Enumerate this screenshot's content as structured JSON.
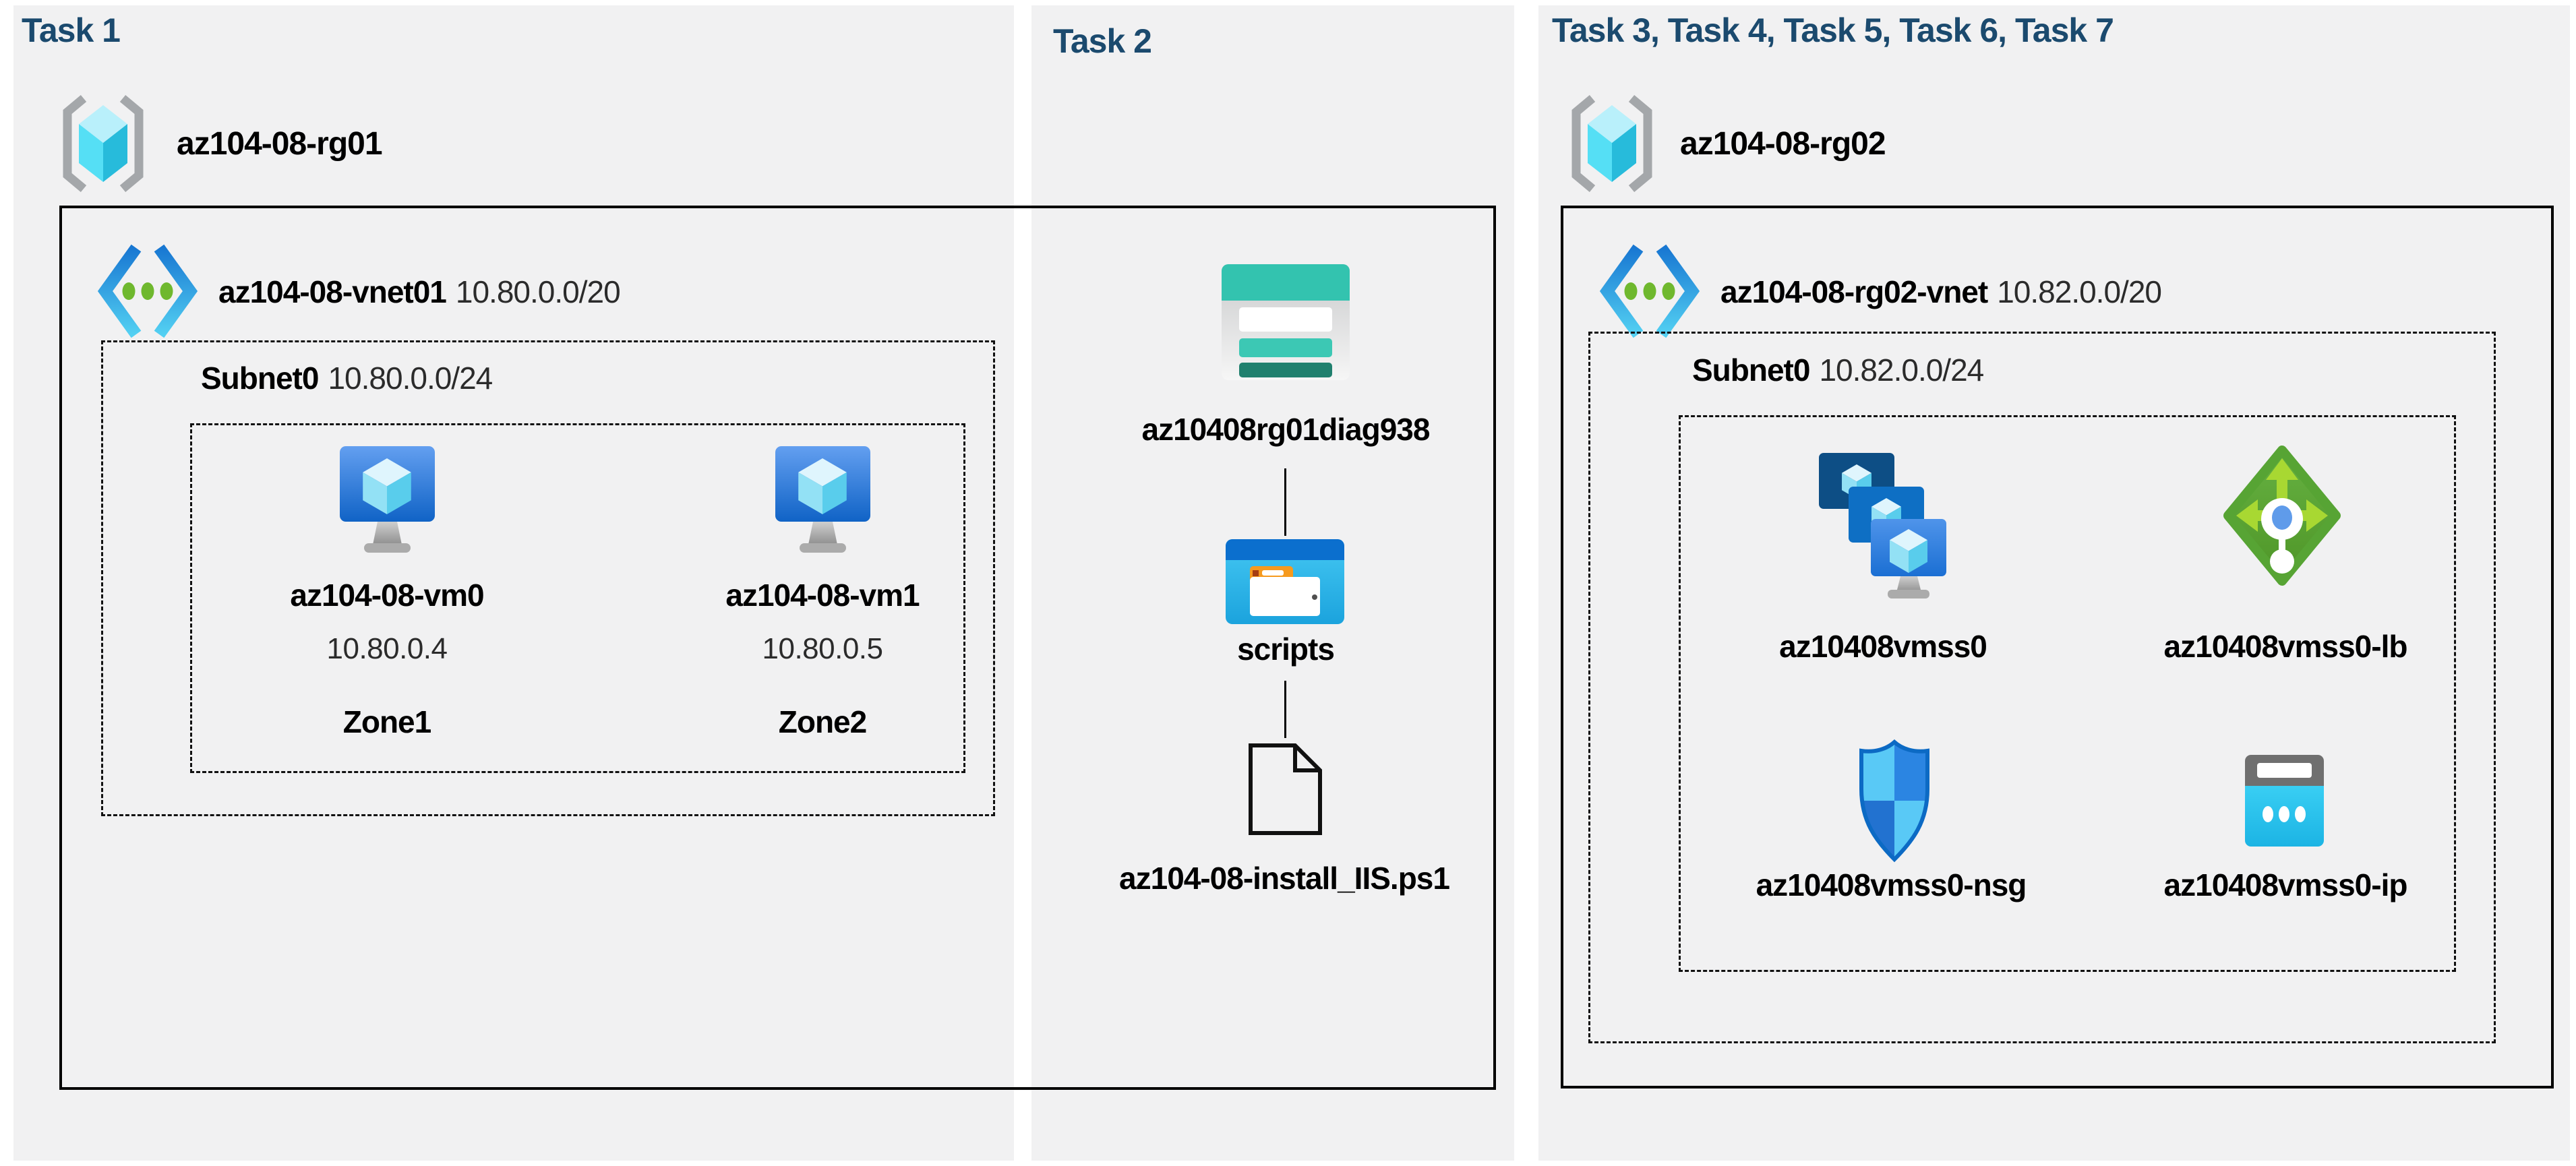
{
  "colors": {
    "header_blue": "#1b4a6e",
    "column_gray": "#f1f1f2",
    "storage_teal": "#33c3af",
    "vm_blue": "#1b6fd3",
    "lb_green": "#57a434",
    "ip_cyan": "#2fd0f2",
    "vnet_green_dot": "#6fb82e"
  },
  "columns": {
    "task1": {
      "header": "Task 1",
      "resource_group": {
        "name": "az104-08-rg01",
        "icon": "resource-group-icon"
      },
      "vnet": {
        "name": "az104-08-vnet01",
        "cidr": "10.80.0.0/20",
        "icon": "virtual-network-icon"
      },
      "subnet": {
        "name": "Subnet0",
        "cidr": "10.80.0.0/24"
      },
      "vms": [
        {
          "name": "az104-08-vm0",
          "ip": "10.80.0.4",
          "zone": "Zone1",
          "icon": "virtual-machine-icon"
        },
        {
          "name": "az104-08-vm1",
          "ip": "10.80.0.5",
          "zone": "Zone2",
          "icon": "virtual-machine-icon"
        }
      ]
    },
    "task2": {
      "header": "Task 2",
      "storage_account": {
        "name": "az10408rg01diag938",
        "icon": "storage-account-icon"
      },
      "container": {
        "name": "scripts",
        "icon": "blob-container-icon"
      },
      "file": {
        "name": "az104-08-install_IIS.ps1",
        "icon": "file-icon"
      }
    },
    "task3": {
      "header": "Task 3, Task 4, Task 5, Task 6, Task 7",
      "resource_group": {
        "name": "az104-08-rg02",
        "icon": "resource-group-icon"
      },
      "vnet": {
        "name": "az104-08-rg02-vnet",
        "cidr": "10.82.0.0/20",
        "icon": "virtual-network-icon"
      },
      "subnet": {
        "name": "Subnet0",
        "cidr": "10.82.0.0/24"
      },
      "resources": [
        {
          "name": "az10408vmss0",
          "icon": "vm-scale-set-icon"
        },
        {
          "name": "az10408vmss0-lb",
          "icon": "load-balancer-icon"
        },
        {
          "name": "az10408vmss0-nsg",
          "icon": "network-security-group-icon"
        },
        {
          "name": "az10408vmss0-ip",
          "icon": "public-ip-icon"
        }
      ]
    }
  }
}
